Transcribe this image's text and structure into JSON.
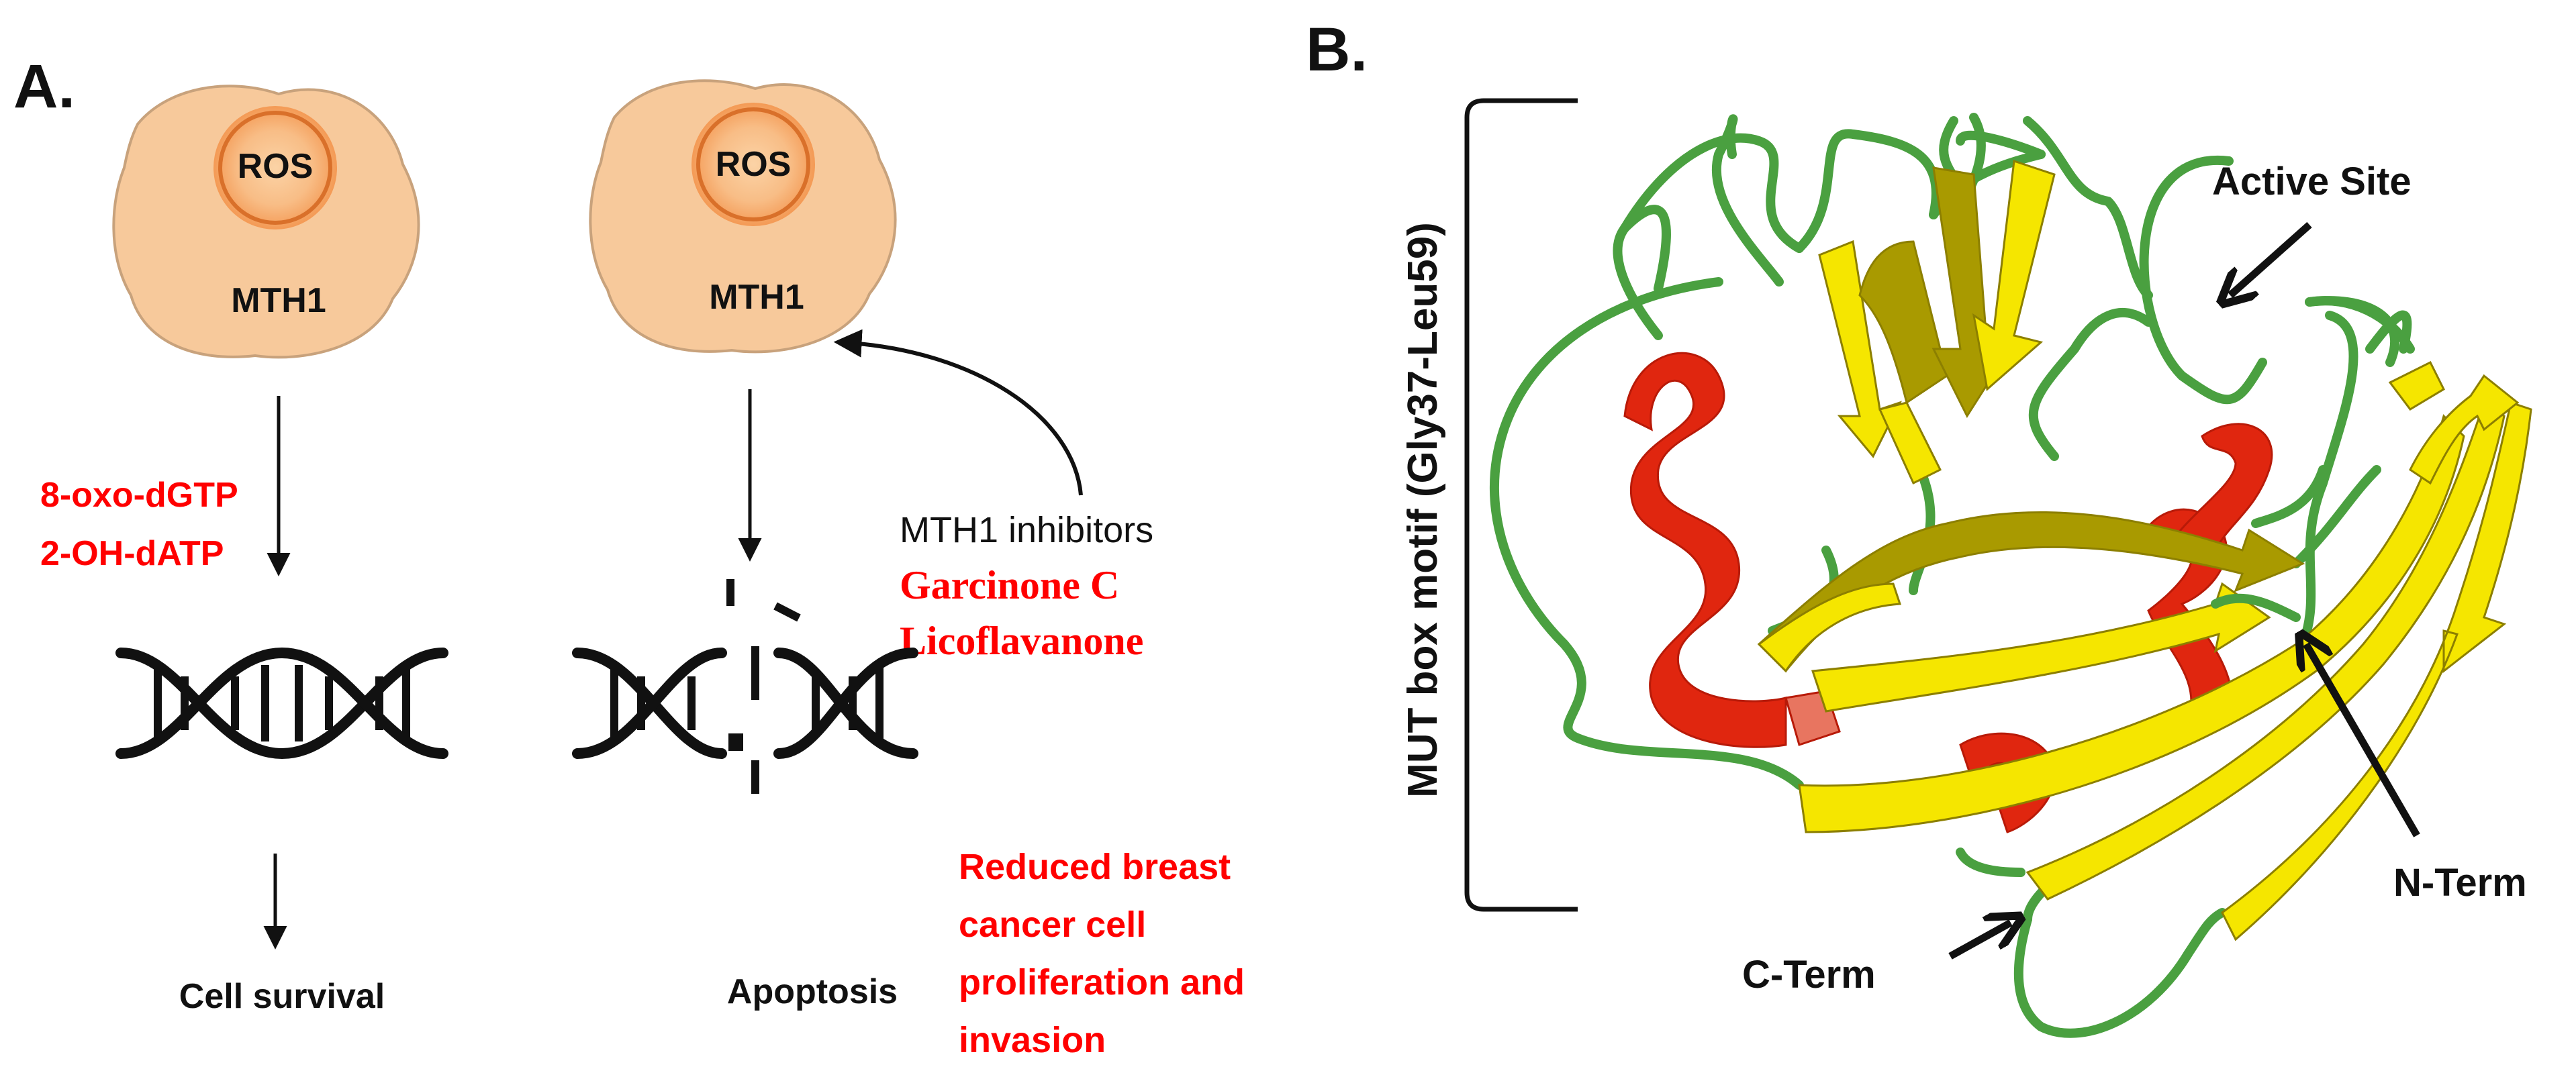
{
  "panelA": {
    "label": "A.",
    "cell1": {
      "ros": "ROS",
      "enzyme": "MTH1"
    },
    "cell2": {
      "ros": "ROS",
      "enzyme": "MTH1"
    },
    "substrates": [
      "8-oxo-dGTP",
      "2-OH-dATP"
    ],
    "outcome_left": "Cell survival",
    "outcome_right": "Apoptosis",
    "inhibitors": {
      "heading": "MTH1 inhibitors",
      "compounds": [
        "Garcinone C",
        "Licoflavanone"
      ]
    },
    "effect_lines": [
      "Reduced breast",
      "cancer cell",
      "proliferation and",
      "invasion"
    ]
  },
  "panelB": {
    "label": "B.",
    "motif_label": "MUT box motif (Gly37-Leu59)",
    "active_site": "Active Site",
    "n_term": "N-Term",
    "c_term": "C-Term"
  },
  "colors": {
    "cell_fill": "#f7c99b",
    "cell_stroke": "#c8a27c",
    "nucleus_ring": "#d9702a",
    "highlight_red": "#ff0000",
    "helix_red": "#e0260f",
    "strand_yellow": "#f5e600",
    "strand_dark": "#a99a00",
    "loop_green": "#4aa040",
    "dna_black": "#111111"
  }
}
